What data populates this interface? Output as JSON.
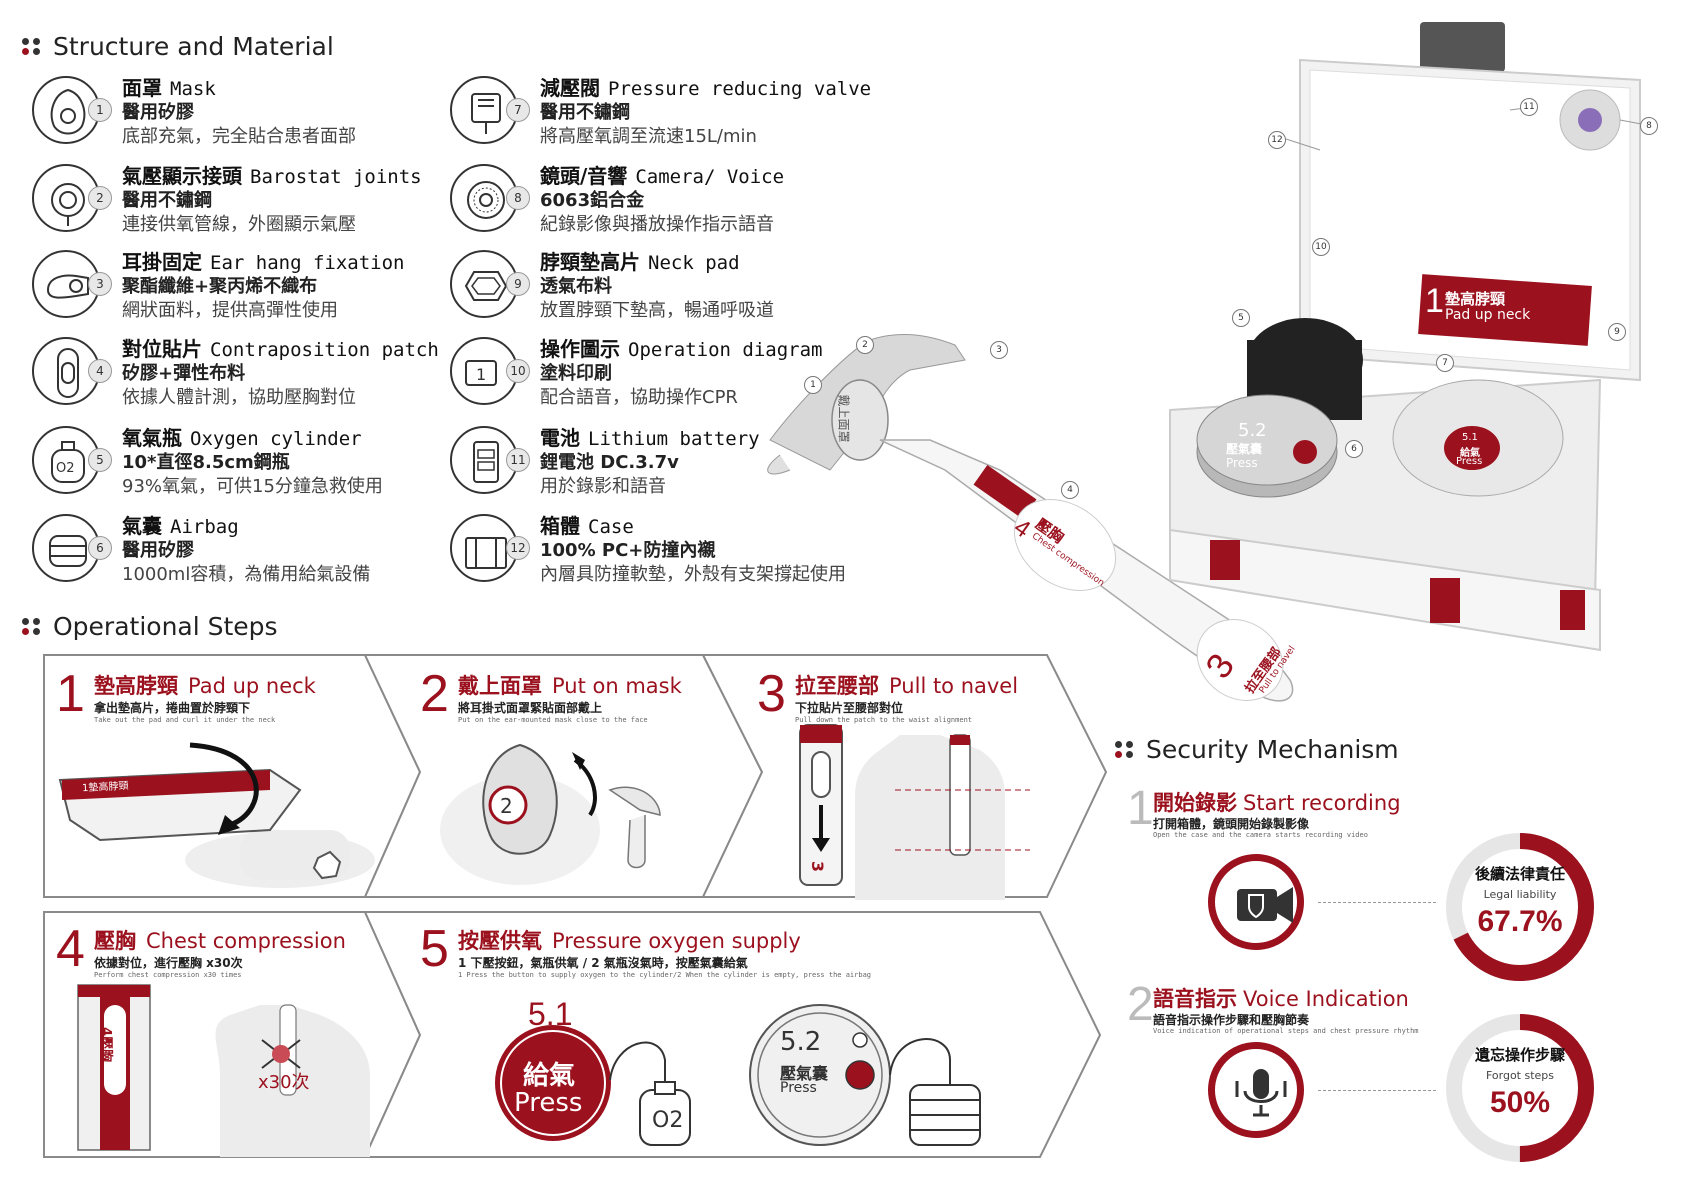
{
  "structure": {
    "title": "Structure and Material",
    "items": [
      {
        "num": "1",
        "cn": "面罩",
        "en": "Mask",
        "material": "醫用矽膠",
        "desc": "底部充氣，完全貼合患者面部",
        "icon": "mask-icon"
      },
      {
        "num": "2",
        "cn": "氣壓顯示接頭",
        "en": "Barostat joints",
        "material": "醫用不鏽鋼",
        "desc": "連接供氧管線，外圈顯示氣壓",
        "icon": "barostat-joint-icon"
      },
      {
        "num": "3",
        "cn": "耳掛固定",
        "en": "Ear hang fixation",
        "material": "聚酯纖維+聚丙烯不織布",
        "desc": "網狀面料，提供高彈性使用",
        "icon": "ear-hang-icon"
      },
      {
        "num": "4",
        "cn": "對位貼片",
        "en": "Contraposition patch",
        "material": "矽膠+彈性布料",
        "desc": "依據人體計測，協助壓胸對位",
        "icon": "patch-icon"
      },
      {
        "num": "5",
        "cn": "氧氣瓶",
        "en": "Oxygen cylinder",
        "material": "10*直徑8.5cm鋼瓶",
        "desc": "93%氧氣，可供15分鐘急救使用",
        "icon": "oxygen-cylinder-icon"
      },
      {
        "num": "6",
        "cn": "氣囊",
        "en": "Airbag",
        "material": "醫用矽膠",
        "desc": "1000ml容積，為備用給氣設備",
        "icon": "airbag-icon"
      },
      {
        "num": "7",
        "cn": "減壓閥",
        "en": "Pressure reducing valve",
        "material": "醫用不鏽鋼",
        "desc": "將高壓氧調至流速15L/min",
        "icon": "valve-icon"
      },
      {
        "num": "8",
        "cn": "鏡頭/音響",
        "en": "Camera/ Voice",
        "material": "6063鋁合金",
        "desc": "紀錄影像與播放操作指示語音",
        "icon": "speaker-icon"
      },
      {
        "num": "9",
        "cn": "脖頸墊高片",
        "en": "Neck pad",
        "material": "透氣布料",
        "desc": "放置脖頸下墊高，暢通呼吸道",
        "icon": "neck-pad-icon"
      },
      {
        "num": "10",
        "cn": "操作圖示",
        "en": "Operation diagram",
        "material": "塗料印刷",
        "desc": "配合語音，協助操作CPR",
        "icon": "diagram-icon"
      },
      {
        "num": "11",
        "cn": "電池",
        "en": "Lithium battery",
        "material": "鋰電池 DC.3.7v",
        "desc": "用於錄影和語音",
        "icon": "battery-icon"
      },
      {
        "num": "12",
        "cn": "箱體",
        "en": "Case",
        "material": "100% PC+防撞內襯",
        "desc": "內層具防撞軟墊，外殼有支架撐起使用",
        "icon": "case-icon"
      }
    ]
  },
  "steps": {
    "title": "Operational Steps",
    "items": [
      {
        "num": "1",
        "cn": "墊高脖頸",
        "en": "Pad up neck",
        "sub": "拿出墊高片，捲曲置於脖頸下",
        "sub_en": "Take out the pad and curl it under the neck"
      },
      {
        "num": "2",
        "cn": "戴上面罩",
        "en": "Put on mask",
        "sub": "將耳掛式面罩緊貼面部戴上",
        "sub_en": "Put on the ear-mounted mask close to the face"
      },
      {
        "num": "3",
        "cn": "拉至腰部",
        "en": "Pull to navel",
        "sub": "下拉貼片至腰部對位",
        "sub_en": "Pull down the patch to the waist alignment"
      },
      {
        "num": "4",
        "cn": "壓胸",
        "en": "Chest compression",
        "sub": "依據對位，進行壓胸 x30次",
        "sub_en": "Perform chest compression x30 times"
      },
      {
        "num": "5",
        "cn": "按壓供氧",
        "en": "Pressure oxygen supply",
        "sub": "1 下壓按鈕，氣瓶供氧 / 2 氣瓶沒氣時，按壓氣囊給氣",
        "sub_en": "1 Press the button to supply oxygen to the cylinder/2 When the cylinder is empty, press the airbag"
      }
    ],
    "step1_pad_label": "1墊高脖頸",
    "step2_mask_num": "2",
    "step3_patch_num": "3",
    "step4_patch_label": "4壓胸",
    "step4_count": "x30次",
    "step5_b1_num": "5.1",
    "step5_b1_cn": "給氣",
    "step5_b1_en": "Press",
    "step5_b2_num": "5.2",
    "step5_b2_cn": "壓氣囊",
    "step5_b2_en": "Press",
    "o2_label": "O2"
  },
  "product": {
    "pad_label_num": "1",
    "pad_label_cn": "墊高脖頸",
    "pad_label_en": "Pad up neck",
    "airbag_num": "5.2",
    "airbag_cn": "壓氣囊",
    "airbag_en": "Press",
    "button_num": "5.1",
    "button_cn": "給氣",
    "button_en": "Press",
    "strap_chest_num": "4",
    "strap_chest_cn": "壓胸",
    "strap_chest_en": "Chest compression",
    "strap_navel_num": "3",
    "strap_navel_cn": "拉至腰部",
    "strap_navel_en": "Pull to navel",
    "strap_top_cn": "戴上面罩",
    "callouts": [
      "1",
      "2",
      "3",
      "4",
      "5",
      "6",
      "7",
      "8",
      "9",
      "10",
      "11",
      "12"
    ]
  },
  "security": {
    "title": "Security Mechanism",
    "items": [
      {
        "num": "1",
        "cn": "開始錄影",
        "en": "Start recording",
        "sub": "打開箱體，鏡頭開始錄製影像",
        "sub_en": "Open the case and the camera starts recording video",
        "icon": "camera-icon",
        "donut_cn": "後續法律責任",
        "donut_en": "Legal liability",
        "pct_label": "67.7%",
        "pct": 67.7
      },
      {
        "num": "2",
        "cn": "語音指示",
        "en": "Voice Indication",
        "sub": "語音指示操作步驟和壓胸節奏",
        "sub_en": "Voice indication of operational steps and chest pressure rhythm",
        "icon": "microphone-icon",
        "donut_cn": "遺忘操作步驟",
        "donut_en": "Forgot steps",
        "pct_label": "50%",
        "pct": 50
      }
    ]
  },
  "colors": {
    "accent": "#9b111e",
    "dark": "#222222",
    "gray": "#888888"
  }
}
